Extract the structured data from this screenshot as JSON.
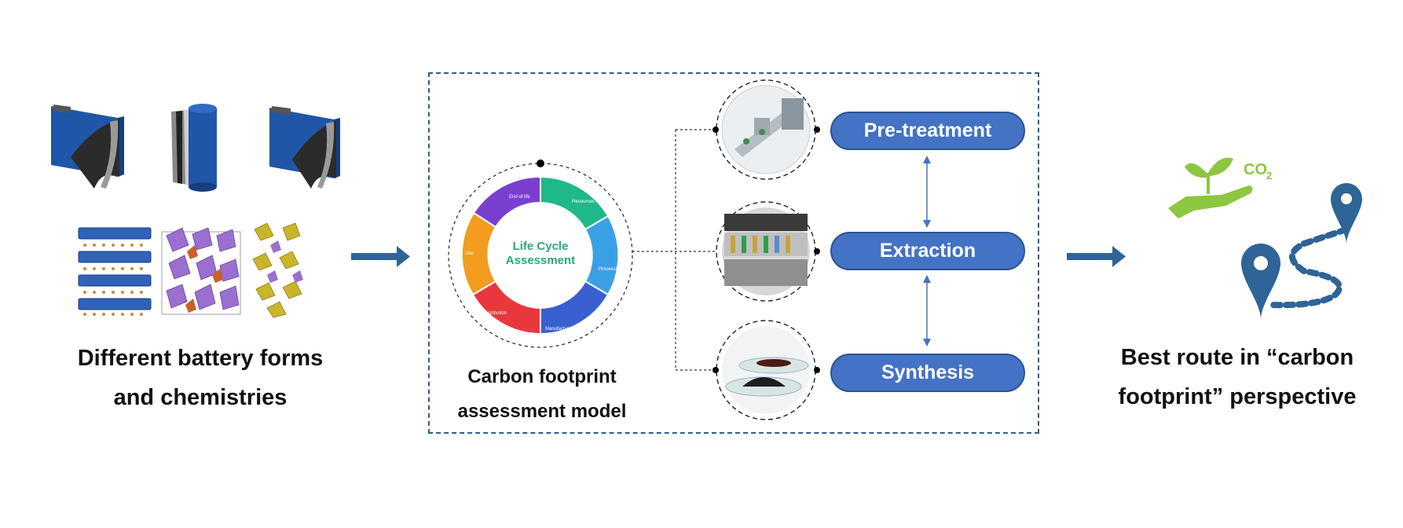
{
  "left": {
    "caption_line1": "Different battery forms",
    "caption_line2": "and chemistries"
  },
  "model": {
    "center_line1": "Life Cycle",
    "center_line2": "Assessment",
    "stages": [
      "End of life",
      "Resources",
      "Processing",
      "Manufacturing",
      "Distribution",
      "Use"
    ],
    "caption_line1": "Carbon footprint",
    "caption_line2": "assessment model"
  },
  "processes": [
    "Pre-treatment",
    "Extraction",
    "Synthesis"
  ],
  "right": {
    "co2_label": "CO",
    "co2_subscript": "2",
    "caption_line1": "Best route in “carbon",
    "caption_line2": "footprint” perspective"
  },
  "colors": {
    "arrow": "#2e6496",
    "pill": "#4472c4",
    "dashed_frame": "#2e5f8e",
    "leaf": "#8dc63f",
    "cycle": [
      "#7b3fd0",
      "#1fb88a",
      "#3aa0e6",
      "#3a5fd0",
      "#e8383d",
      "#f39c1f"
    ]
  }
}
